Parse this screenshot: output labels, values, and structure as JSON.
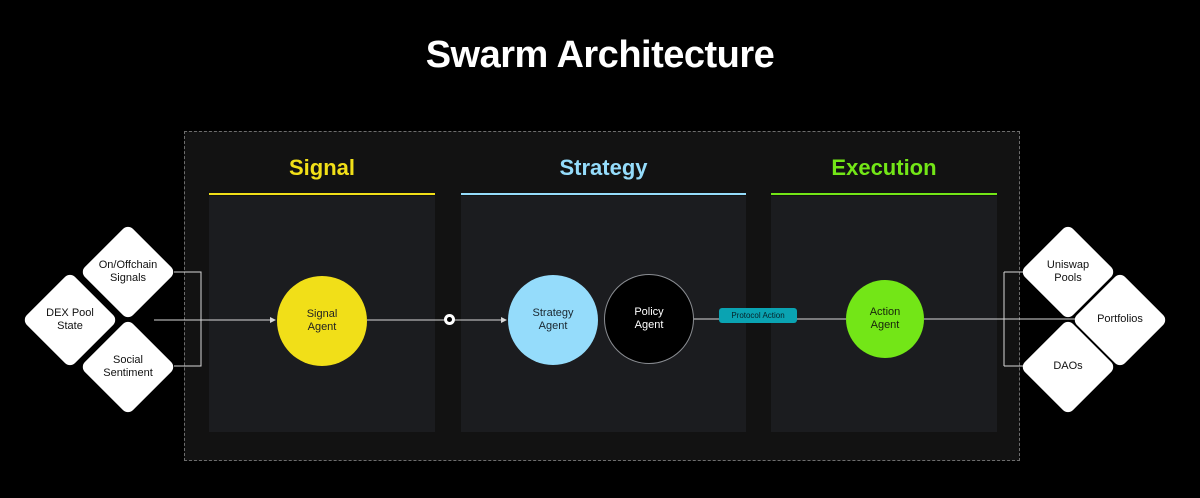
{
  "title": "Swarm Architecture",
  "stages": [
    {
      "label": "Signal",
      "color": "#f1df18"
    },
    {
      "label": "Strategy",
      "color": "#95dcfb"
    },
    {
      "label": "Execution",
      "color": "#73e617"
    }
  ],
  "inputs": [
    {
      "label": "On/Offchain\nSignals"
    },
    {
      "label": "DEX Pool\nState"
    },
    {
      "label": "Social\nSentiment"
    }
  ],
  "agents": {
    "signal": "Signal\nAgent",
    "strategy": "Strategy\nAgent",
    "policy": "Policy\nAgent",
    "action": "Action\nAgent"
  },
  "protocol_action": "Protocol Action",
  "outputs": [
    {
      "label": "Uniswap\nPools"
    },
    {
      "label": "Portfolios"
    },
    {
      "label": "DAOs"
    }
  ],
  "colors": {
    "background": "#000000",
    "signal": "#f1df18",
    "strategy": "#95dcfb",
    "execution": "#73e617",
    "protocol_badge": "#0aa3b2"
  }
}
